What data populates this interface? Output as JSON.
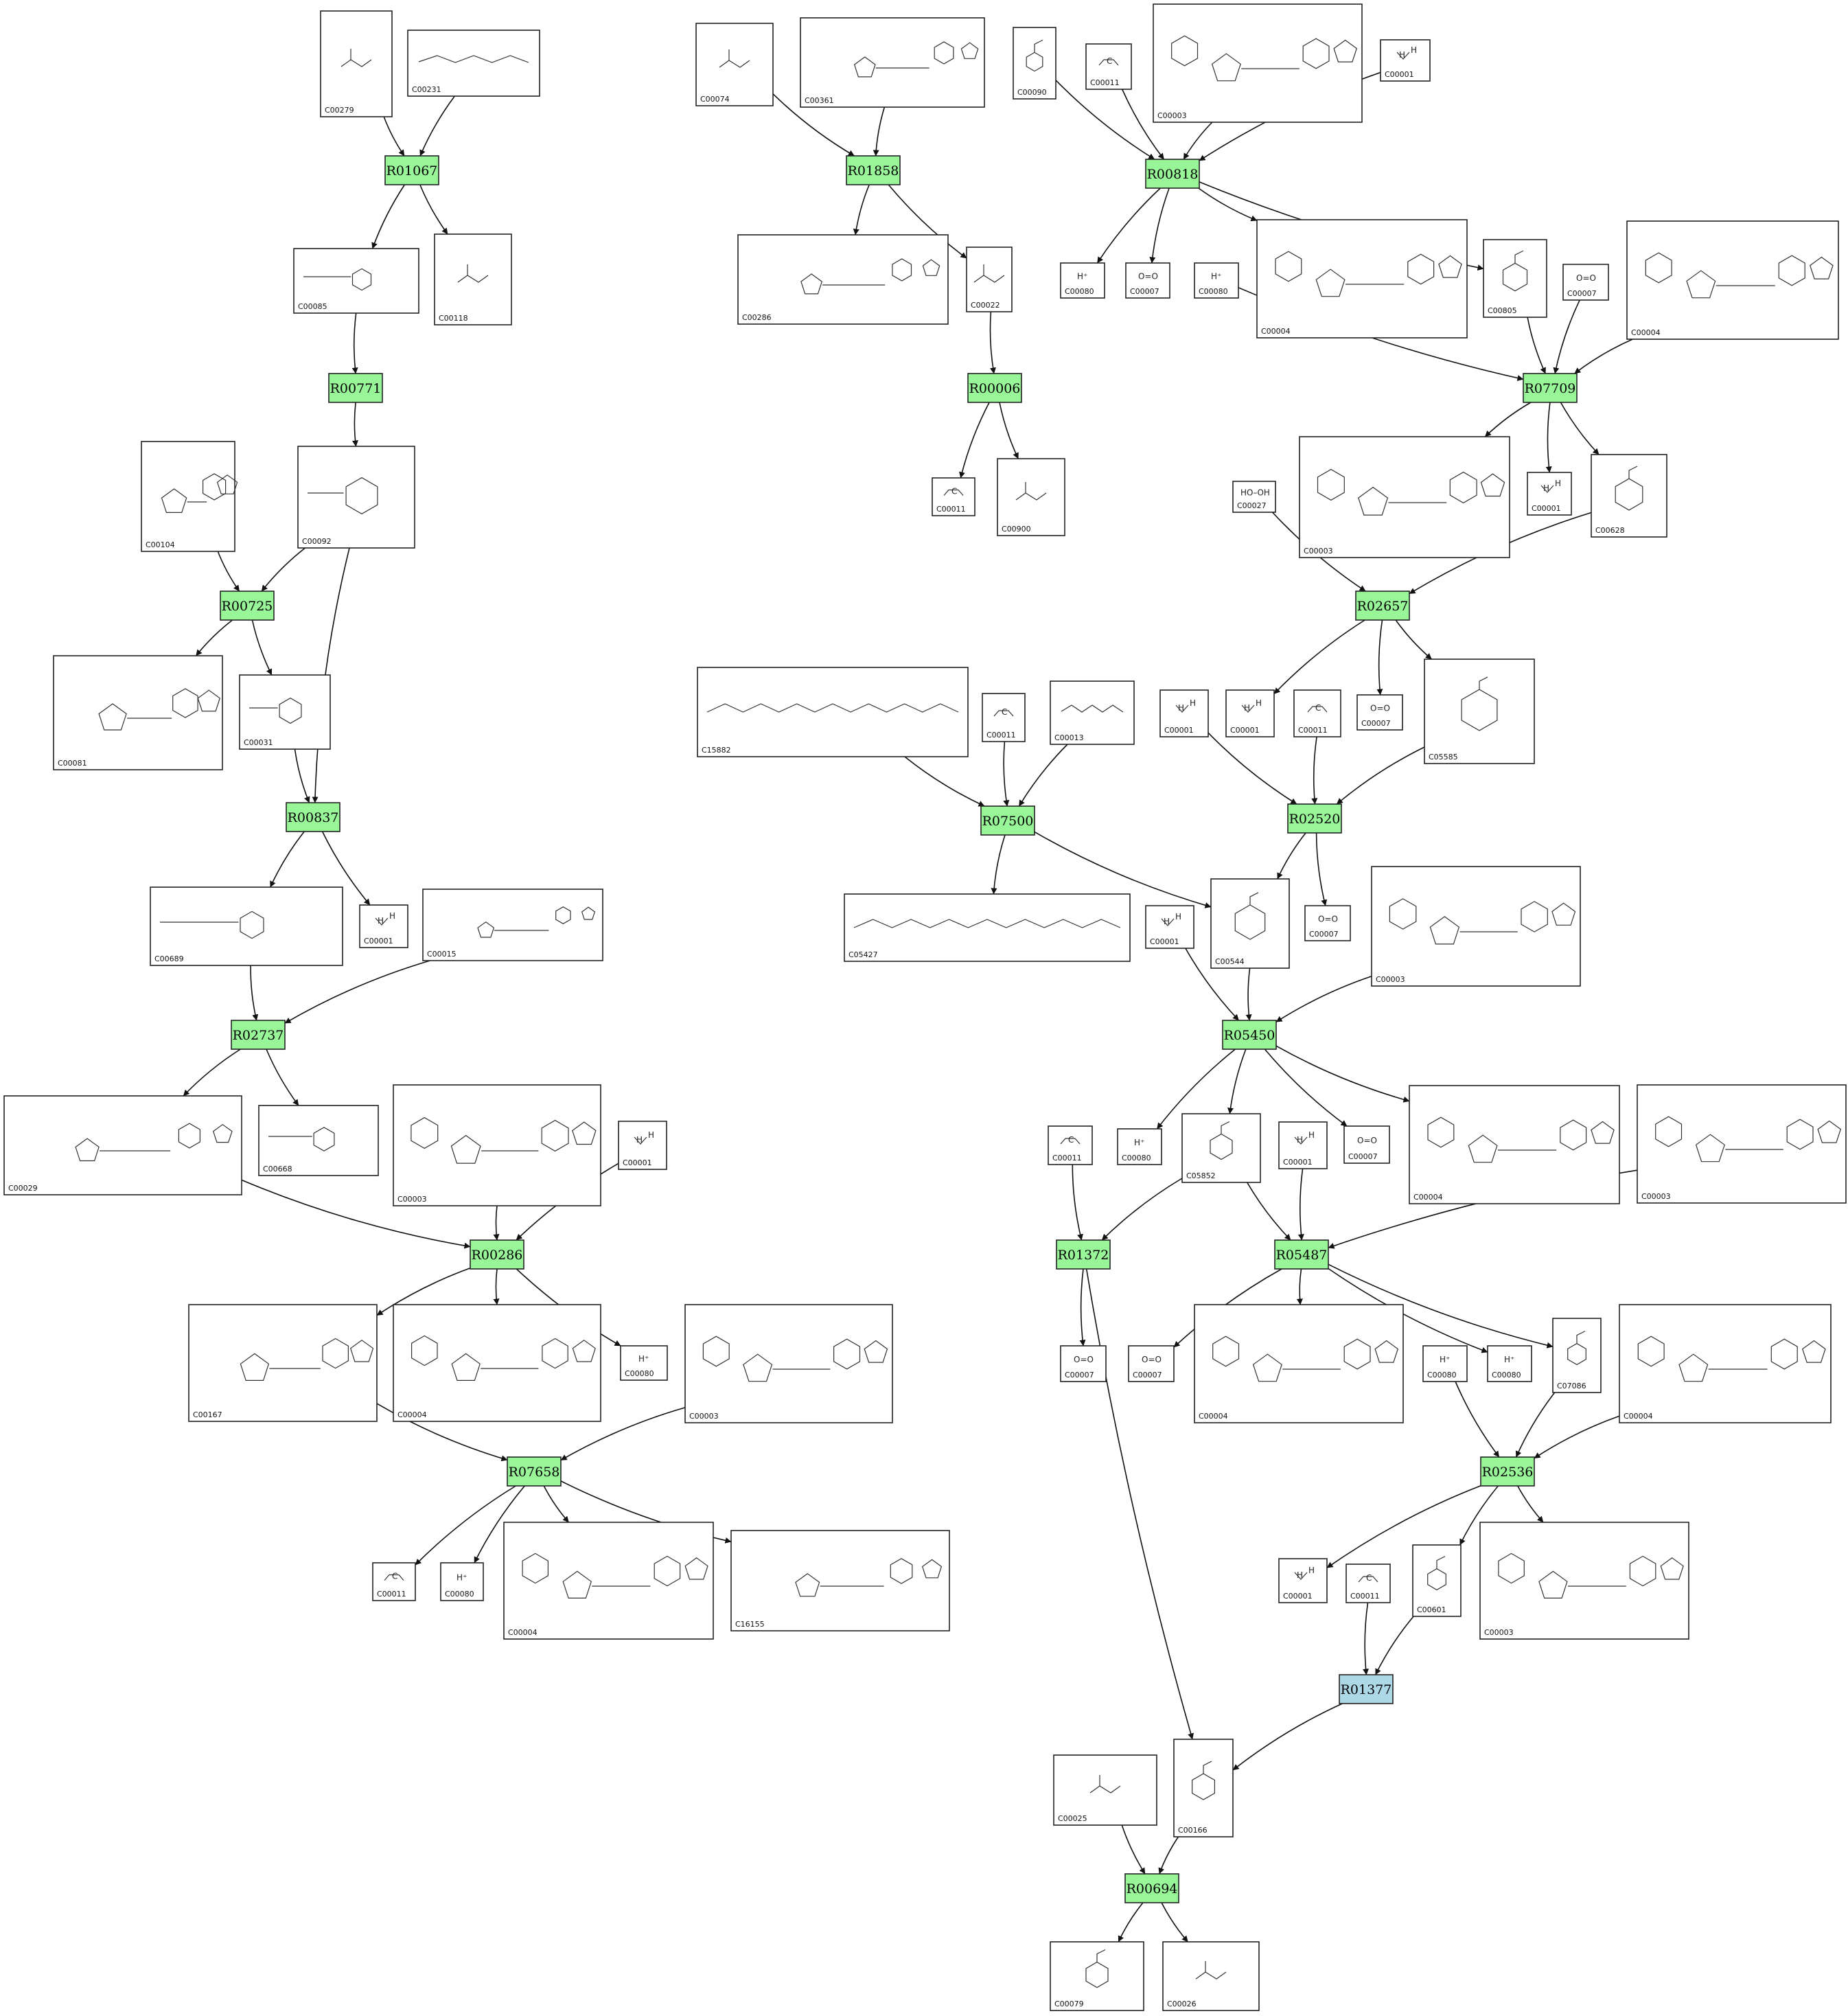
{
  "reactions": [
    {
      "id": "R01067",
      "kind": "main"
    },
    {
      "id": "R00771",
      "kind": "main"
    },
    {
      "id": "R00725",
      "kind": "main"
    },
    {
      "id": "R00837",
      "kind": "main"
    },
    {
      "id": "R02737",
      "kind": "main"
    },
    {
      "id": "R00286",
      "kind": "main"
    },
    {
      "id": "R07658",
      "kind": "main"
    },
    {
      "id": "R01858",
      "kind": "main"
    },
    {
      "id": "R00006",
      "kind": "main"
    },
    {
      "id": "R07500",
      "kind": "main"
    },
    {
      "id": "R00818",
      "kind": "main"
    },
    {
      "id": "R07709",
      "kind": "main"
    },
    {
      "id": "R02657",
      "kind": "main"
    },
    {
      "id": "R02520",
      "kind": "main"
    },
    {
      "id": "R05450",
      "kind": "main"
    },
    {
      "id": "R01372",
      "kind": "main"
    },
    {
      "id": "R05487",
      "kind": "main"
    },
    {
      "id": "R02536",
      "kind": "main"
    },
    {
      "id": "R01377",
      "kind": "highlight"
    },
    {
      "id": "R00694",
      "kind": "main"
    }
  ],
  "compounds": [
    {
      "node": "c279",
      "id": "C00279",
      "glyph": "chain"
    },
    {
      "node": "c231",
      "id": "C00231",
      "glyph": "phos"
    },
    {
      "node": "c85",
      "id": "C00085",
      "glyph": "sugar"
    },
    {
      "node": "c118",
      "id": "C00118",
      "glyph": "chain"
    },
    {
      "node": "c104",
      "id": "C00104",
      "glyph": "nucleo"
    },
    {
      "node": "c92",
      "id": "C00092",
      "glyph": "sugar"
    },
    {
      "node": "c81",
      "id": "C00081",
      "glyph": "nucleo"
    },
    {
      "node": "c31",
      "id": "C00031",
      "glyph": "sugar"
    },
    {
      "node": "c689",
      "id": "C00689",
      "glyph": "sugar"
    },
    {
      "node": "c1a",
      "id": "C00001",
      "glyph": "water"
    },
    {
      "node": "c15",
      "id": "C00015",
      "glyph": "nucleo"
    },
    {
      "node": "c29",
      "id": "C00029",
      "glyph": "nucleo"
    },
    {
      "node": "c668",
      "id": "C00668",
      "glyph": "sugar"
    },
    {
      "node": "c3a",
      "id": "C00003",
      "glyph": "nad"
    },
    {
      "node": "c1b",
      "id": "C00001",
      "glyph": "water"
    },
    {
      "node": "c167",
      "id": "C00167",
      "glyph": "nucleo"
    },
    {
      "node": "c4a",
      "id": "C00004",
      "glyph": "nad"
    },
    {
      "node": "c80a",
      "id": "C00080",
      "glyph": "proton"
    },
    {
      "node": "c3b",
      "id": "C00003",
      "glyph": "nad"
    },
    {
      "node": "c11a",
      "id": "C00011",
      "glyph": "co2"
    },
    {
      "node": "c80b",
      "id": "C00080",
      "glyph": "proton"
    },
    {
      "node": "c4b",
      "id": "C00004",
      "glyph": "nad"
    },
    {
      "node": "c16155",
      "id": "C16155",
      "glyph": "nucleo"
    },
    {
      "node": "c74",
      "id": "C00074",
      "glyph": "chain"
    },
    {
      "node": "c361",
      "id": "C00361",
      "glyph": "nucleo"
    },
    {
      "node": "c286",
      "id": "C00286",
      "glyph": "nucleo"
    },
    {
      "node": "c22",
      "id": "C00022",
      "glyph": "chain"
    },
    {
      "node": "c11b",
      "id": "C00011",
      "glyph": "co2"
    },
    {
      "node": "c900",
      "id": "C00900",
      "glyph": "chain"
    },
    {
      "node": "c15882",
      "id": "C15882",
      "glyph": "long"
    },
    {
      "node": "c11c",
      "id": "C00011",
      "glyph": "co2"
    },
    {
      "node": "c13",
      "id": "C00013",
      "glyph": "phos"
    },
    {
      "node": "c5427",
      "id": "C05427",
      "glyph": "long"
    },
    {
      "node": "c90",
      "id": "C00090",
      "glyph": "aromatic"
    },
    {
      "node": "c11d",
      "id": "C00011",
      "glyph": "co2"
    },
    {
      "node": "c3c",
      "id": "C00003",
      "glyph": "nad"
    },
    {
      "node": "c1c",
      "id": "C00001",
      "glyph": "water"
    },
    {
      "node": "c80c",
      "id": "C00080",
      "glyph": "proton"
    },
    {
      "node": "c7a",
      "id": "C00007",
      "glyph": "o2"
    },
    {
      "node": "c80d",
      "id": "C00080",
      "glyph": "proton"
    },
    {
      "node": "c4c",
      "id": "C00004",
      "glyph": "nad"
    },
    {
      "node": "c805",
      "id": "C00805",
      "glyph": "aromatic"
    },
    {
      "node": "c7b",
      "id": "C00007",
      "glyph": "o2"
    },
    {
      "node": "c4d",
      "id": "C00004",
      "glyph": "nad"
    },
    {
      "node": "c3d",
      "id": "C00003",
      "glyph": "nad"
    },
    {
      "node": "c1d",
      "id": "C00001",
      "glyph": "water"
    },
    {
      "node": "c628",
      "id": "C00628",
      "glyph": "aromatic"
    },
    {
      "node": "c27",
      "id": "C00027",
      "glyph": "peroxide"
    },
    {
      "node": "c1e",
      "id": "C00001",
      "glyph": "water"
    },
    {
      "node": "c1f",
      "id": "C00001",
      "glyph": "water"
    },
    {
      "node": "c11e",
      "id": "C00011",
      "glyph": "co2"
    },
    {
      "node": "c7c",
      "id": "C00007",
      "glyph": "o2"
    },
    {
      "node": "c5585",
      "id": "C05585",
      "glyph": "aromatic"
    },
    {
      "node": "c544",
      "id": "C00544",
      "glyph": "aromatic"
    },
    {
      "node": "c7d",
      "id": "C00007",
      "glyph": "o2"
    },
    {
      "node": "c1g",
      "id": "C00001",
      "glyph": "water"
    },
    {
      "node": "c3e",
      "id": "C00003",
      "glyph": "nad"
    },
    {
      "node": "c11f",
      "id": "C00011",
      "glyph": "co2"
    },
    {
      "node": "c80e",
      "id": "C00080",
      "glyph": "proton"
    },
    {
      "node": "c5852",
      "id": "C05852",
      "glyph": "aromatic"
    },
    {
      "node": "c1h",
      "id": "C00001",
      "glyph": "water"
    },
    {
      "node": "c7e",
      "id": "C00007",
      "glyph": "o2"
    },
    {
      "node": "c4e",
      "id": "C00004",
      "glyph": "nad"
    },
    {
      "node": "c3f",
      "id": "C00003",
      "glyph": "nad"
    },
    {
      "node": "c7f",
      "id": "C00007",
      "glyph": "o2"
    },
    {
      "node": "c7g",
      "id": "C00007",
      "glyph": "o2"
    },
    {
      "node": "c4f",
      "id": "C00004",
      "glyph": "nad"
    },
    {
      "node": "c80f",
      "id": "C00080",
      "glyph": "proton"
    },
    {
      "node": "c7086",
      "id": "C07086",
      "glyph": "aromatic"
    },
    {
      "node": "c80g",
      "id": "C00080",
      "glyph": "proton"
    },
    {
      "node": "c4g",
      "id": "C00004",
      "glyph": "nad"
    },
    {
      "node": "c1i",
      "id": "C00001",
      "glyph": "water"
    },
    {
      "node": "c11g",
      "id": "C00011",
      "glyph": "co2"
    },
    {
      "node": "c601",
      "id": "C00601",
      "glyph": "aromatic"
    },
    {
      "node": "c3g",
      "id": "C00003",
      "glyph": "nad"
    },
    {
      "node": "c25",
      "id": "C00025",
      "glyph": "chain"
    },
    {
      "node": "c166",
      "id": "C00166",
      "glyph": "aromatic"
    },
    {
      "node": "c79",
      "id": "C00079",
      "glyph": "aromatic"
    },
    {
      "node": "c26",
      "id": "C00026",
      "glyph": "chain"
    }
  ],
  "edges": [
    [
      "c279",
      "R01067"
    ],
    [
      "c231",
      "R01067"
    ],
    [
      "R01067",
      "c85"
    ],
    [
      "R01067",
      "c118"
    ],
    [
      "c85",
      "R00771"
    ],
    [
      "R00771",
      "c92"
    ],
    [
      "c104",
      "R00725"
    ],
    [
      "c92",
      "R00725"
    ],
    [
      "R00725",
      "c81"
    ],
    [
      "R00725",
      "c31"
    ],
    [
      "c31",
      "R00837"
    ],
    [
      "c92",
      "R00837"
    ],
    [
      "R00837",
      "c689"
    ],
    [
      "R00837",
      "c1a"
    ],
    [
      "c689",
      "R02737"
    ],
    [
      "c15",
      "R02737"
    ],
    [
      "R02737",
      "c29"
    ],
    [
      "R02737",
      "c668"
    ],
    [
      "c29",
      "R00286"
    ],
    [
      "c3a",
      "R00286"
    ],
    [
      "c1b",
      "R00286"
    ],
    [
      "R00286",
      "c167"
    ],
    [
      "R00286",
      "c4a"
    ],
    [
      "R00286",
      "c80a"
    ],
    [
      "c167",
      "R07658"
    ],
    [
      "c3b",
      "R07658"
    ],
    [
      "R07658",
      "c11a"
    ],
    [
      "R07658",
      "c80b"
    ],
    [
      "R07658",
      "c4b"
    ],
    [
      "R07658",
      "c16155"
    ],
    [
      "c74",
      "R01858"
    ],
    [
      "c361",
      "R01858"
    ],
    [
      "R01858",
      "c286"
    ],
    [
      "R01858",
      "c22"
    ],
    [
      "c22",
      "R00006"
    ],
    [
      "R00006",
      "c11b"
    ],
    [
      "R00006",
      "c900"
    ],
    [
      "c15882",
      "R07500"
    ],
    [
      "c11c",
      "R07500"
    ],
    [
      "c13",
      "R07500"
    ],
    [
      "R07500",
      "c5427"
    ],
    [
      "R07500",
      "c544"
    ],
    [
      "c90",
      "R00818"
    ],
    [
      "c11d",
      "R00818"
    ],
    [
      "c3c",
      "R00818"
    ],
    [
      "c1c",
      "R00818"
    ],
    [
      "R00818",
      "c80c"
    ],
    [
      "R00818",
      "c7a"
    ],
    [
      "R00818",
      "c4c"
    ],
    [
      "R00818",
      "c805"
    ],
    [
      "c80d",
      "R07709"
    ],
    [
      "c805",
      "R07709"
    ],
    [
      "c7b",
      "R07709"
    ],
    [
      "c4d",
      "R07709"
    ],
    [
      "R07709",
      "c3d"
    ],
    [
      "R07709",
      "c1d"
    ],
    [
      "R07709",
      "c628"
    ],
    [
      "c27",
      "R02657"
    ],
    [
      "c628",
      "R02657"
    ],
    [
      "R02657",
      "c1f"
    ],
    [
      "R02657",
      "c7c"
    ],
    [
      "R02657",
      "c5585"
    ],
    [
      "c1e",
      "R02520"
    ],
    [
      "c11e",
      "R02520"
    ],
    [
      "c5585",
      "R02520"
    ],
    [
      "R02520",
      "c544"
    ],
    [
      "R02520",
      "c7d"
    ],
    [
      "c1g",
      "R05450"
    ],
    [
      "c544",
      "R05450"
    ],
    [
      "c3e",
      "R05450"
    ],
    [
      "R05450",
      "c80e"
    ],
    [
      "R05450",
      "c5852"
    ],
    [
      "R05450",
      "c7e"
    ],
    [
      "R05450",
      "c4e"
    ],
    [
      "c11f",
      "R01372"
    ],
    [
      "c5852",
      "R01372"
    ],
    [
      "R01372",
      "c7f"
    ],
    [
      "R01372",
      "c166"
    ],
    [
      "c5852",
      "R05487"
    ],
    [
      "c1h",
      "R05487"
    ],
    [
      "c3f",
      "R05487"
    ],
    [
      "R05487",
      "c7g"
    ],
    [
      "R05487",
      "c4f"
    ],
    [
      "R05487",
      "c80f"
    ],
    [
      "R05487",
      "c7086"
    ],
    [
      "c80g",
      "R02536"
    ],
    [
      "c7086",
      "R02536"
    ],
    [
      "c4g",
      "R02536"
    ],
    [
      "R02536",
      "c1i"
    ],
    [
      "R02536",
      "c601"
    ],
    [
      "R02536",
      "c3g"
    ],
    [
      "c11g",
      "R01377"
    ],
    [
      "c601",
      "R01377"
    ],
    [
      "R01377",
      "c166"
    ],
    [
      "c25",
      "R00694"
    ],
    [
      "c166",
      "R00694"
    ],
    [
      "R00694",
      "c79"
    ],
    [
      "R00694",
      "c26"
    ]
  ],
  "colors": {
    "reaction": "#98f598",
    "reaction_highlight": "#add8e6",
    "stroke": "#222222"
  }
}
